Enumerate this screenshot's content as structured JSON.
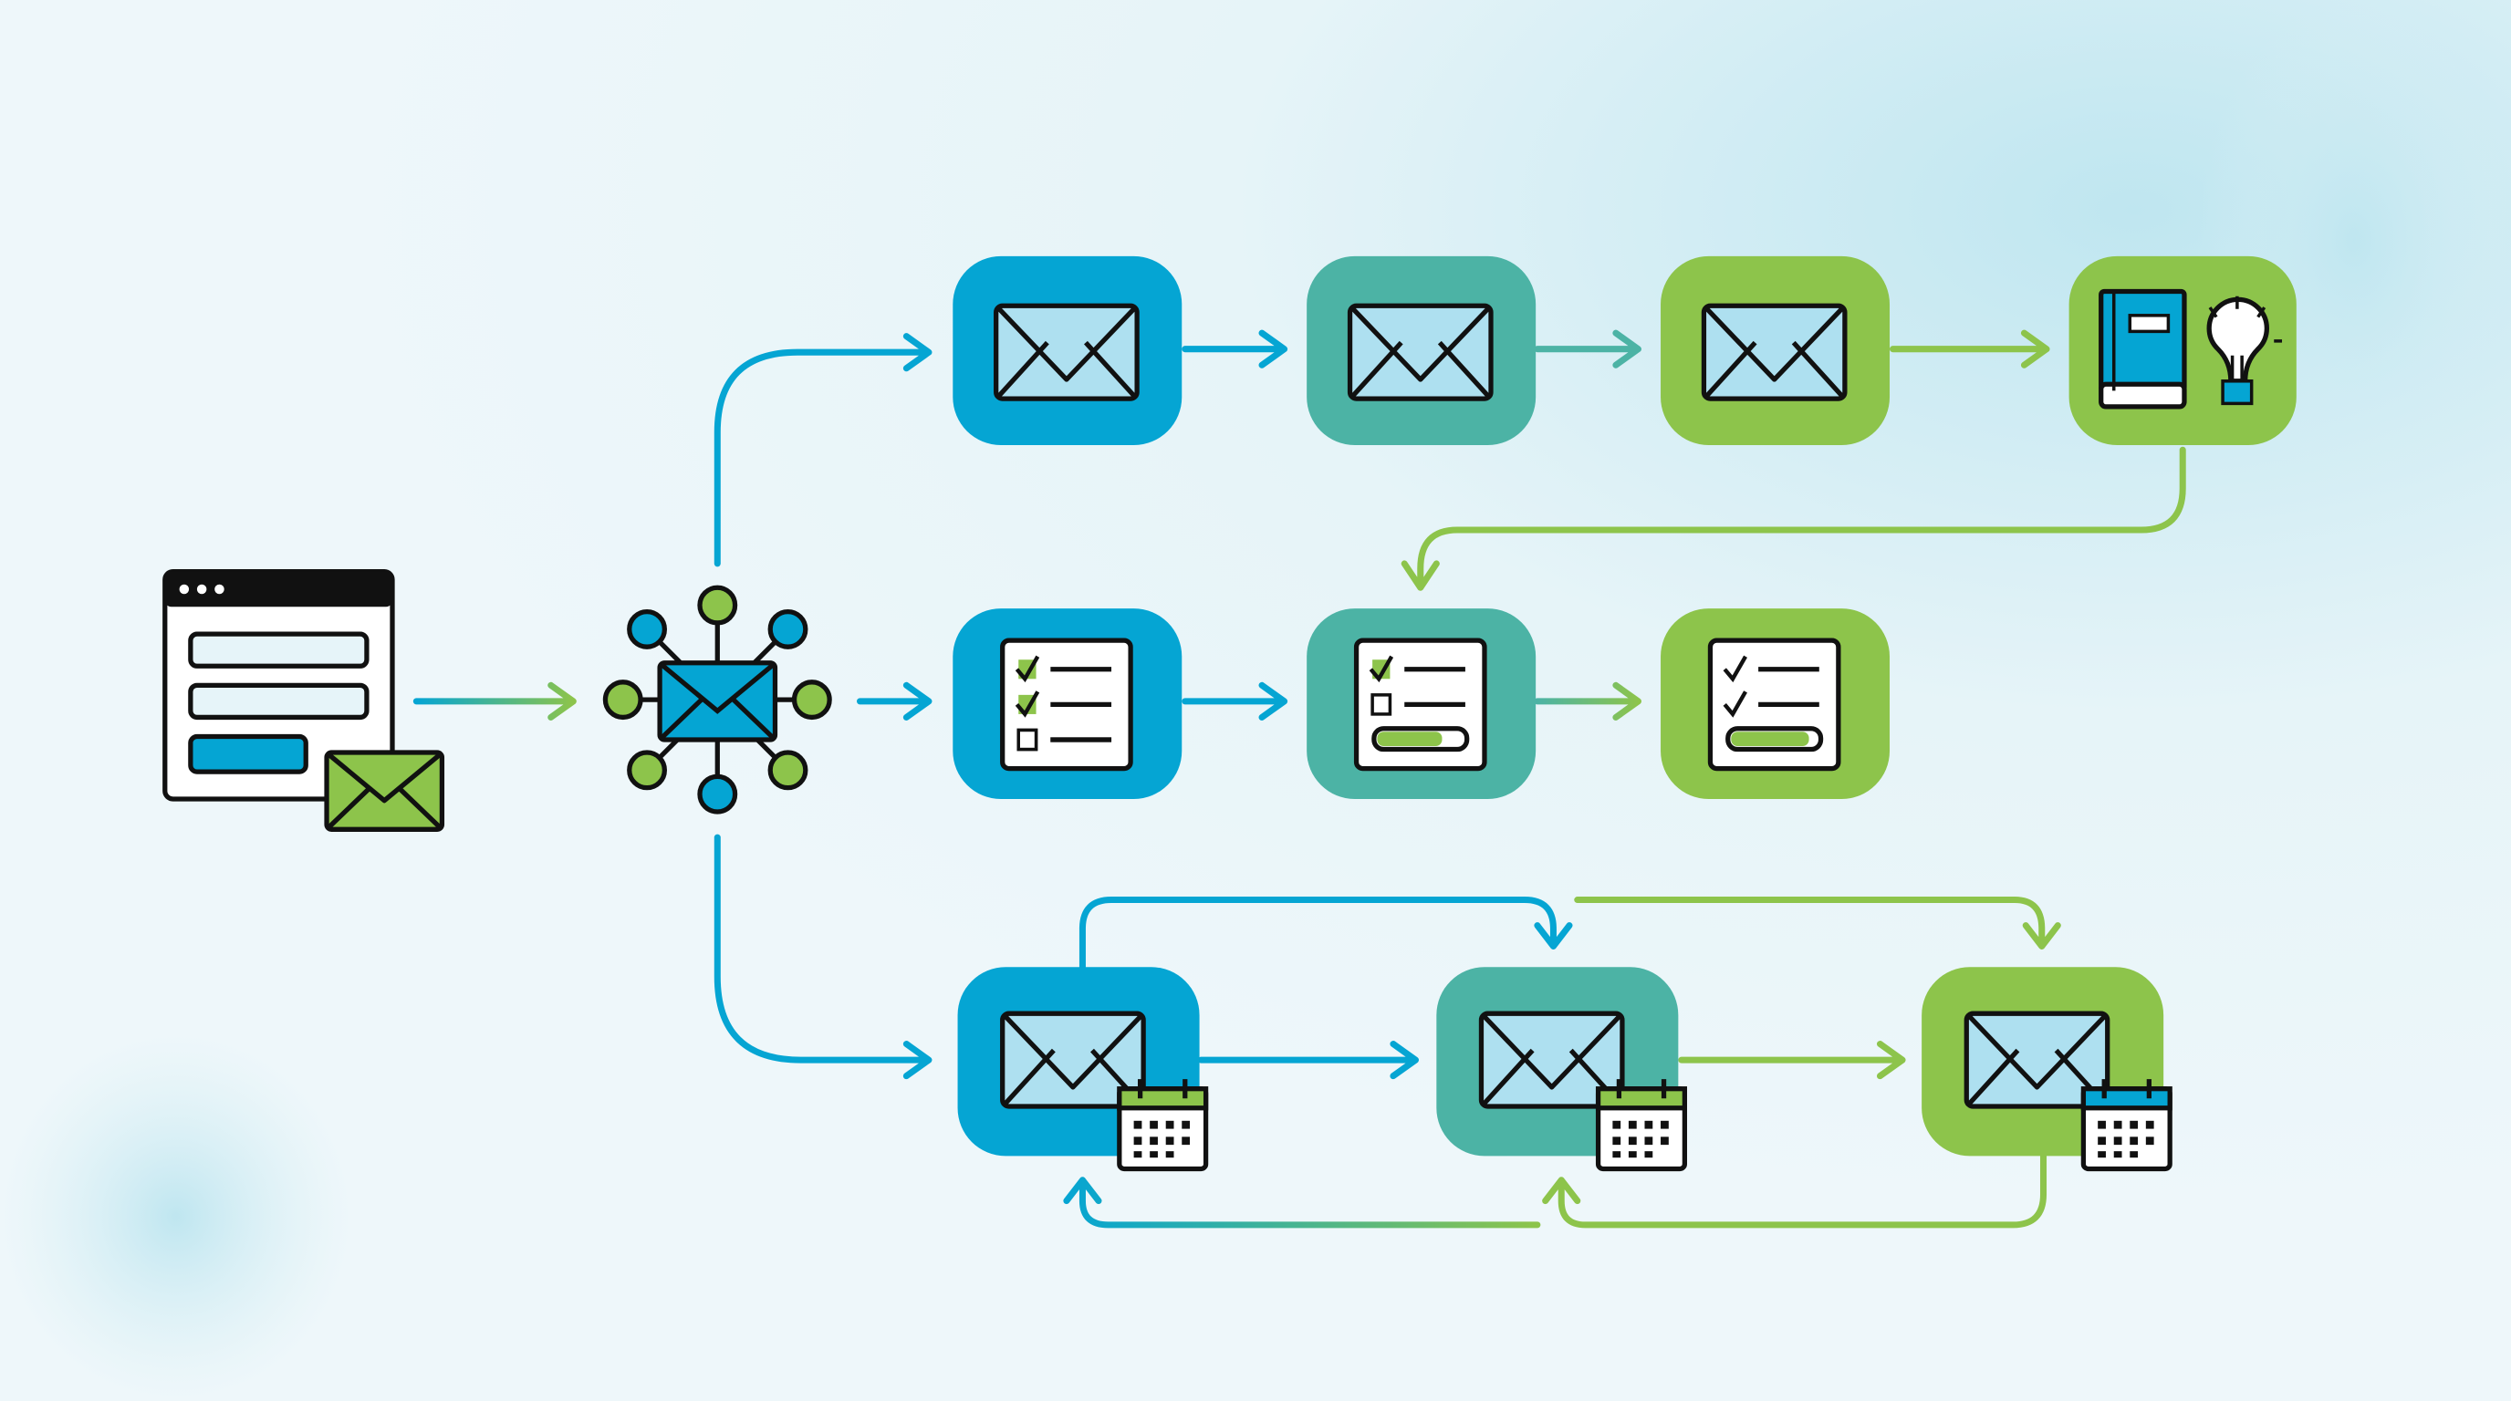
{
  "colors": {
    "blue": "#05a5d3",
    "teal": "#4cb3a5",
    "green": "#8dc44b",
    "envelope_fill": "#aee0f0",
    "background": "#eef7fa"
  },
  "nodes": {
    "source": {
      "icon": "signup-form-with-envelope-icon"
    },
    "hub": {
      "icon": "email-distribution-hub-icon"
    },
    "row1": [
      "envelope-icon",
      "envelope-icon",
      "envelope-icon",
      "book-and-lightbulb-icon"
    ],
    "row2": [
      "checklist-icon",
      "checklist-progress-icon",
      "checklist-complete-icon"
    ],
    "row3": [
      "scheduled-envelope-icon",
      "scheduled-envelope-icon",
      "scheduled-envelope-icon"
    ]
  },
  "row2_progress": [
    0.0,
    0.75,
    0.9
  ]
}
